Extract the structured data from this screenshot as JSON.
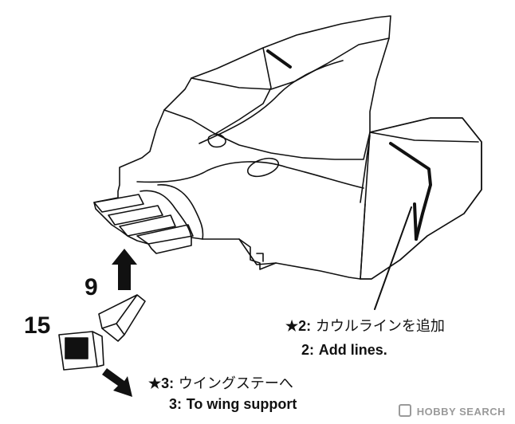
{
  "parts": {
    "part_9": "9",
    "part_15": "15"
  },
  "notes": {
    "note2_marker": "★2:",
    "note2_jp": "カウルラインを追加",
    "note2_en_num": "2:",
    "note2_en": "Add lines.",
    "note3_marker": "★3:",
    "note3_jp": "ウイングステーへ",
    "note3_en_num": "3:",
    "note3_en": "To wing support"
  },
  "watermark": {
    "text": "HOBBY SEARCH"
  }
}
